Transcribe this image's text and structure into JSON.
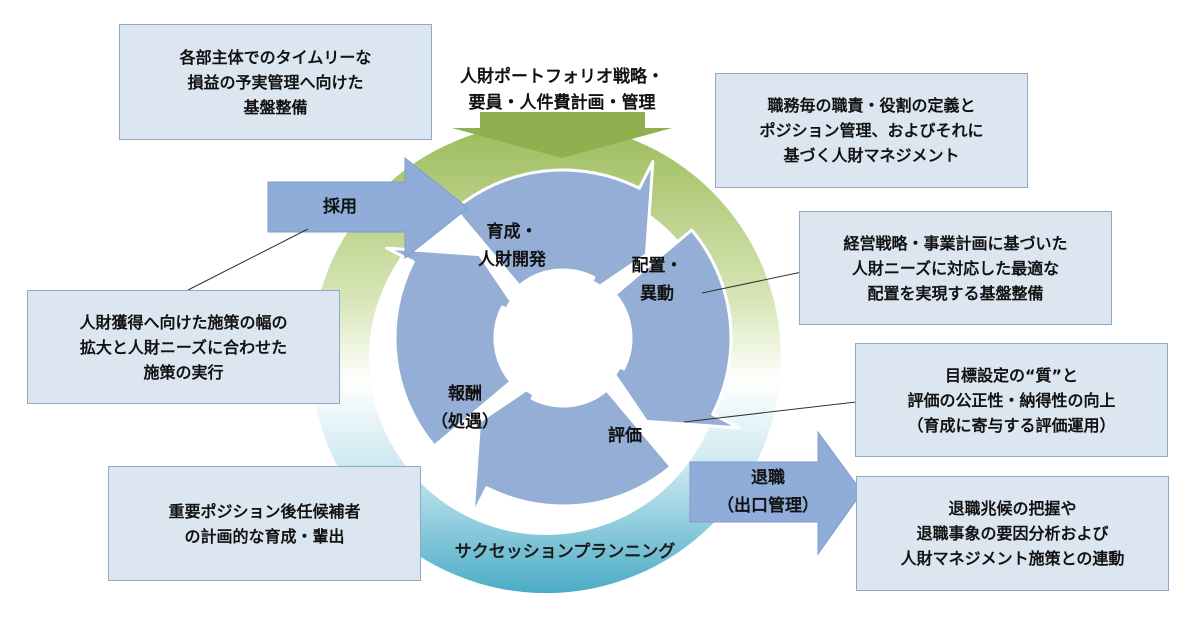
{
  "ring": {
    "top_label_lines": [
      "人財ポートフォリオ戦略・",
      "要員・人件費計画・管理"
    ],
    "bottom_label": "サクセッションプランニング"
  },
  "cycle": {
    "segments": [
      {
        "lines": [
          "育成・",
          "人財開発"
        ]
      },
      {
        "lines": [
          "配置・",
          "異動"
        ]
      },
      {
        "lines": [
          "評価"
        ]
      },
      {
        "lines": [
          "報酬",
          "（処遇）"
        ]
      }
    ]
  },
  "arrows": {
    "hiring": {
      "label": "採用"
    },
    "retirement": {
      "lines": [
        "退職",
        "（出口管理）"
      ]
    }
  },
  "notes": [
    {
      "id": "timely-pl",
      "lines": [
        "各部主体でのタイムリーな",
        "損益の予実管理へ向けた",
        "基盤整備"
      ]
    },
    {
      "id": "position-mgmt",
      "lines": [
        "職務毎の職責・役割の定義と",
        "ポジション管理、およびそれに",
        "基づく人財マネジメント"
      ]
    },
    {
      "id": "placement",
      "lines": [
        "経営戦略・事業計画に基づいた",
        "人財ニーズに対応した最適な",
        "配置を実現する基盤整備"
      ]
    },
    {
      "id": "evaluation",
      "lines": [
        "目標設定の“質”と",
        "評価の公正性・納得性の向上",
        "（育成に寄与する評価運用）"
      ]
    },
    {
      "id": "recruiting",
      "lines": [
        "人財獲得へ向けた施策の幅の",
        "拡大と人財ニーズに合わせた",
        "施策の実行"
      ]
    },
    {
      "id": "succession",
      "lines": [
        "重要ポジション後任候補者",
        "の計画的な育成・輩出"
      ]
    },
    {
      "id": "exit",
      "lines": [
        "退職兆候の把握や",
        "退職事象の要因分析および",
        "人財マネジメント施策との連動"
      ]
    }
  ],
  "colors": {
    "ring_top": "#9bbb59",
    "ring_bottom": "#4bacc6",
    "segment_fill": "#94aed6",
    "arrow_fill": "#8fadd8",
    "box_fill": "#dce6f1",
    "box_border": "#8fa9c9"
  }
}
